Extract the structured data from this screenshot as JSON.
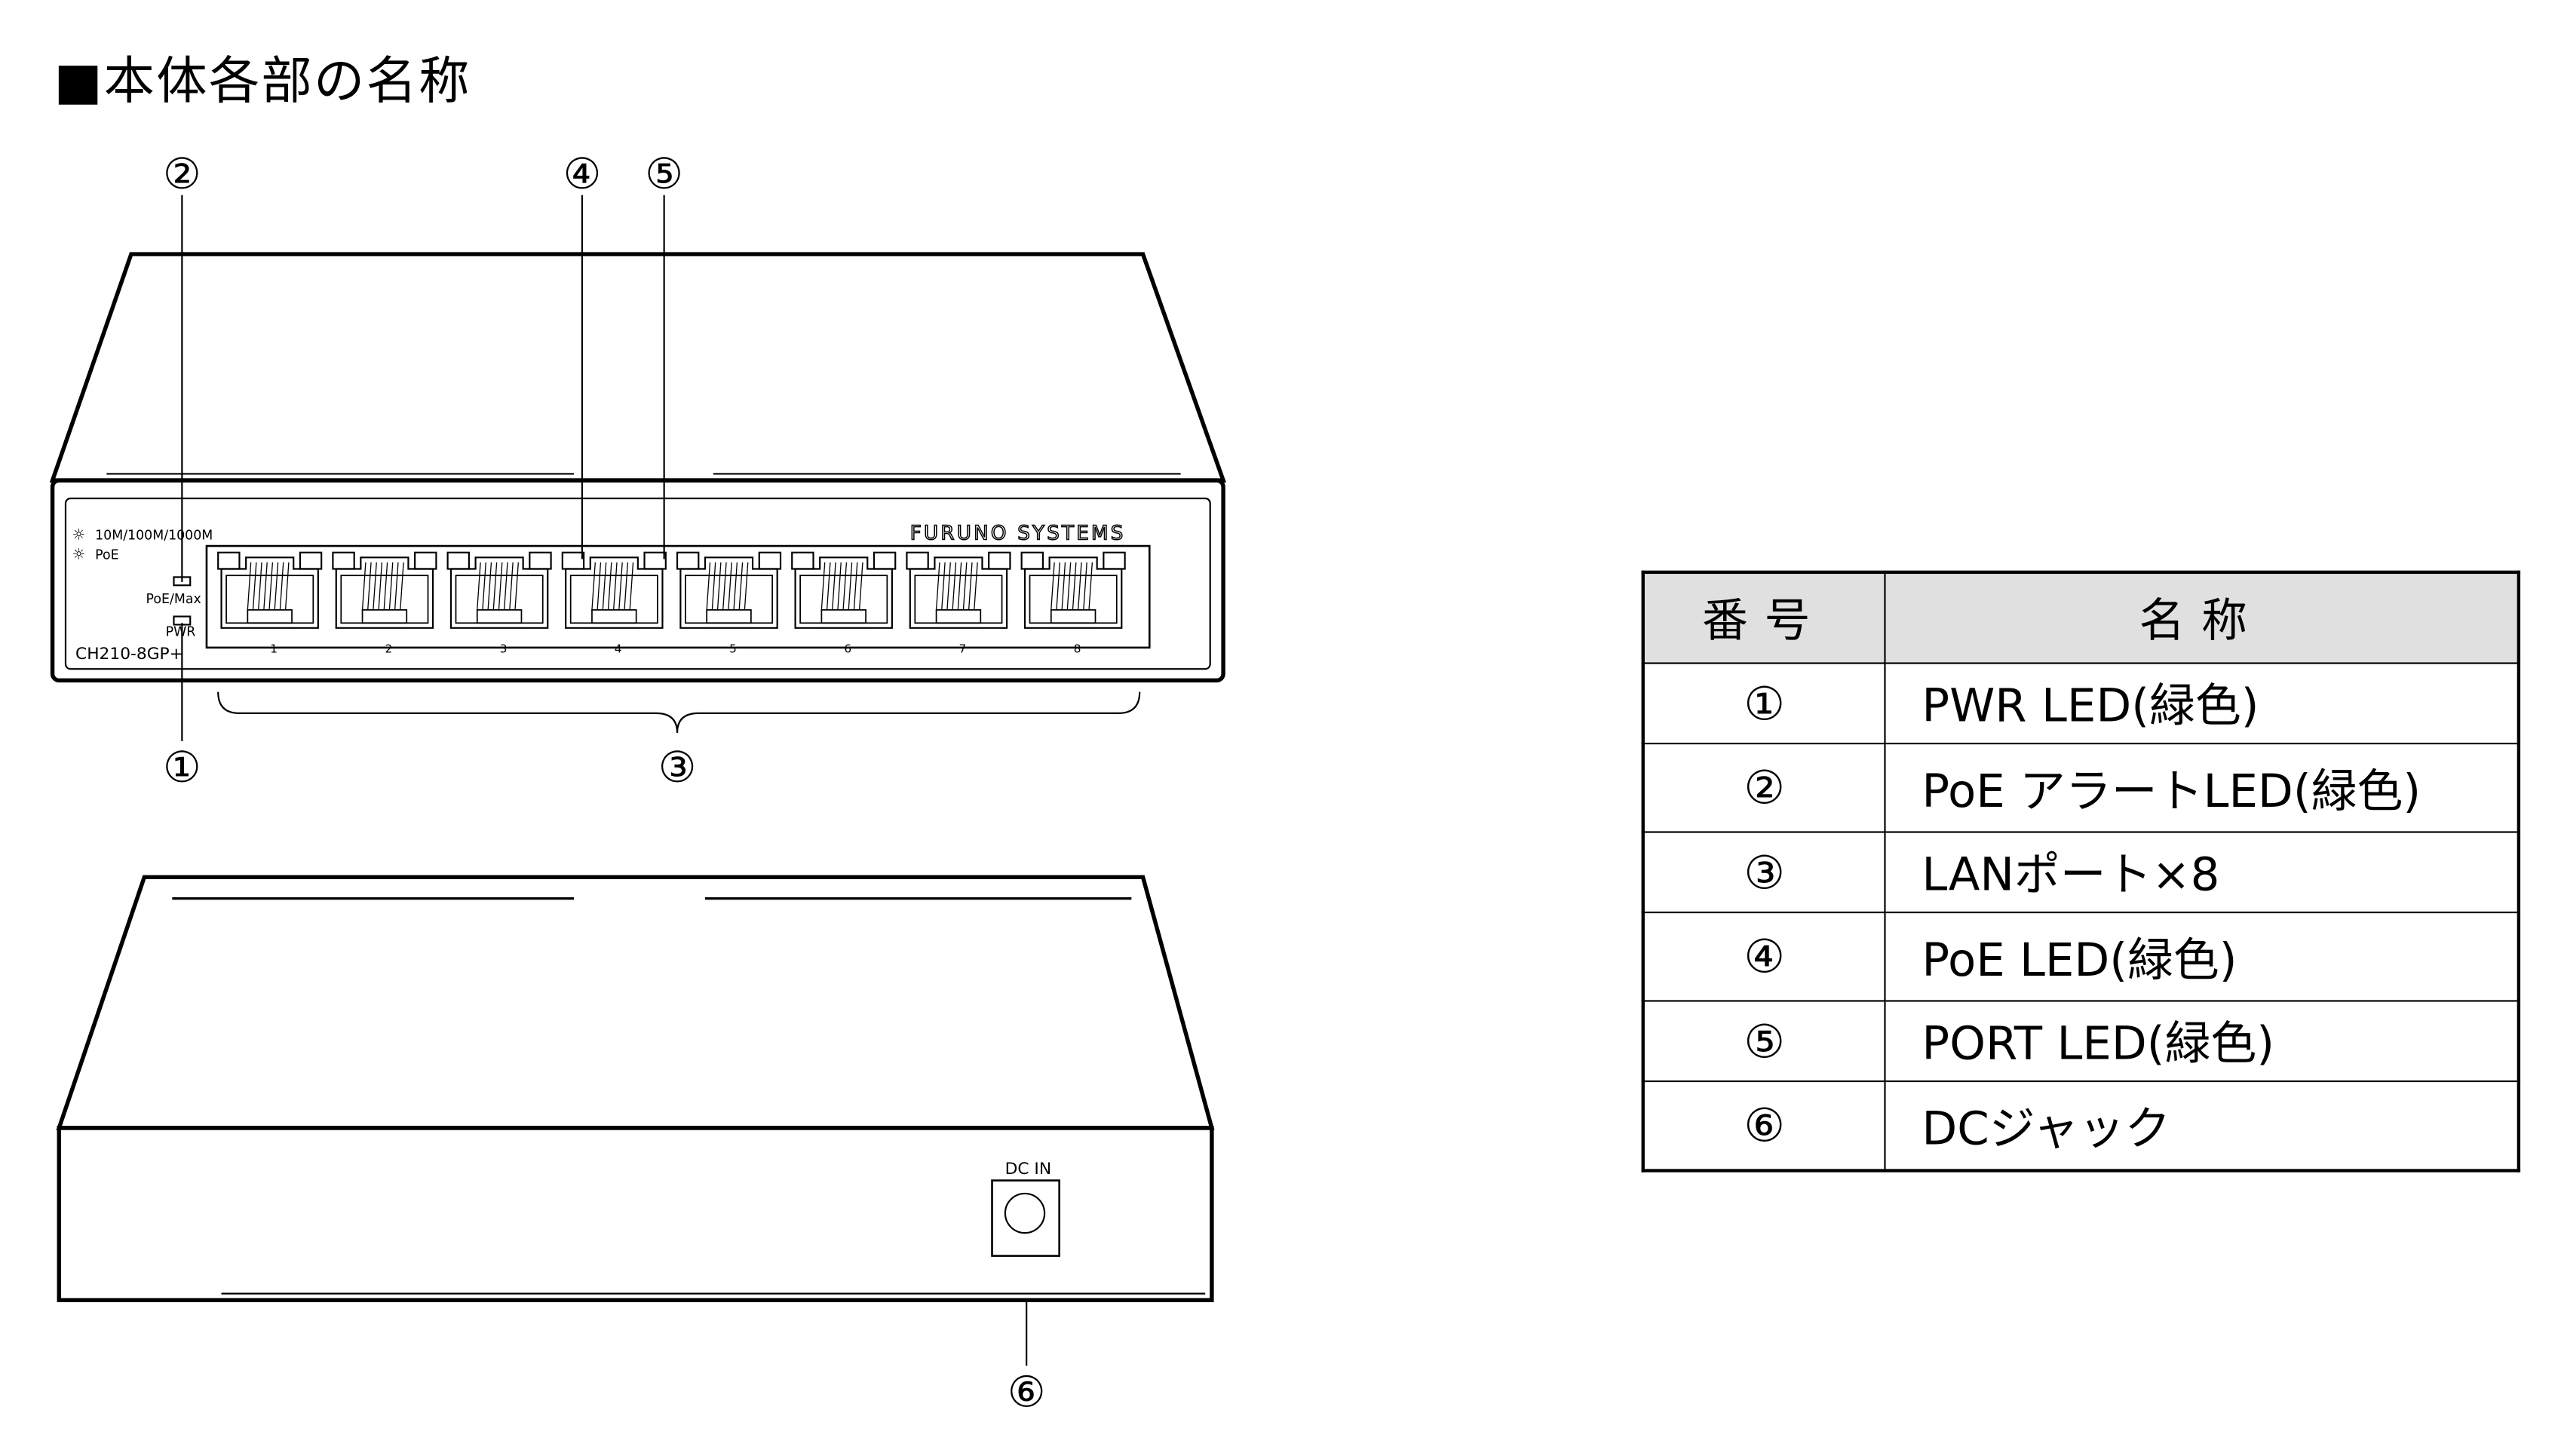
{
  "title": "■本体各部の名称",
  "front": {
    "legend_speed": "10M/100M/1000M",
    "legend_poe": "PoE",
    "led_poe_max": "PoE/Max",
    "led_pwr": "PWR",
    "model": "CH210-8GP+",
    "brand": "FURUNO SYSTEMS",
    "port_numbers": [
      "1",
      "2",
      "3",
      "4",
      "5",
      "6",
      "7",
      "8"
    ]
  },
  "back": {
    "dc_label": "DC IN"
  },
  "callouts": {
    "c1": "①",
    "c2": "②",
    "c3": "③",
    "c4": "④",
    "c5": "⑤",
    "c6": "⑥"
  },
  "table": {
    "headers": [
      "番号",
      "名称"
    ],
    "rows": [
      {
        "num": "①",
        "name": "PWR LED(緑色)"
      },
      {
        "num": "②",
        "name": "PoE アラートLED(緑色)"
      },
      {
        "num": "③",
        "name": "LANポート×8"
      },
      {
        "num": "④",
        "name": "PoE LED(緑色)"
      },
      {
        "num": "⑤",
        "name": "PORT LED(緑色)"
      },
      {
        "num": "⑥",
        "name": "DCジャック"
      }
    ]
  }
}
